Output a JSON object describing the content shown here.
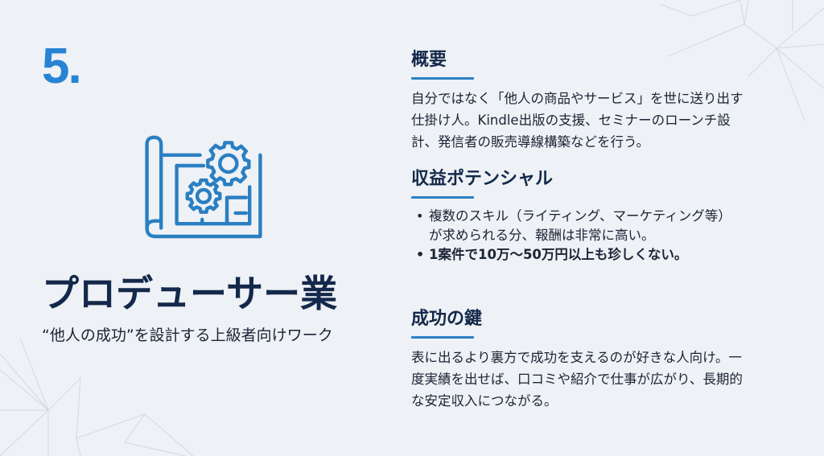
{
  "slide": {
    "number": "5.",
    "icon": "blueprint-gears-icon",
    "title": "プロデューサー業",
    "subtitle": "“他人の成功”を設計する上級者向けワーク",
    "accent_color": "#2783d4",
    "title_color": "#13284a"
  },
  "sections": [
    {
      "heading": "概要",
      "lines": [
        "自分ではなく「他人の商品やサービス」を世に送り出す",
        "仕掛け人。Kindle出版の支援、セミナーのローンチ設",
        "計、発信者の販売導線構築などを行う。"
      ]
    },
    {
      "heading": "収益ポテンシャル",
      "bullets": [
        {
          "lines": [
            "複数のスキル（ライティング、マーケティング等）",
            "が求められる分、報酬は非常に高い。"
          ],
          "bold": false
        },
        {
          "lines": [
            "1案件で10万〜50万円以上も珍しくない。"
          ],
          "bold": true
        }
      ]
    },
    {
      "heading": "成功の鍵",
      "lines": [
        "表に出るより裏方で成功を支えるのが好きな人向け。一",
        "度実績を出せば、口コミや紹介で仕事が広がり、長期的",
        "な安定収入につながる。"
      ]
    }
  ]
}
